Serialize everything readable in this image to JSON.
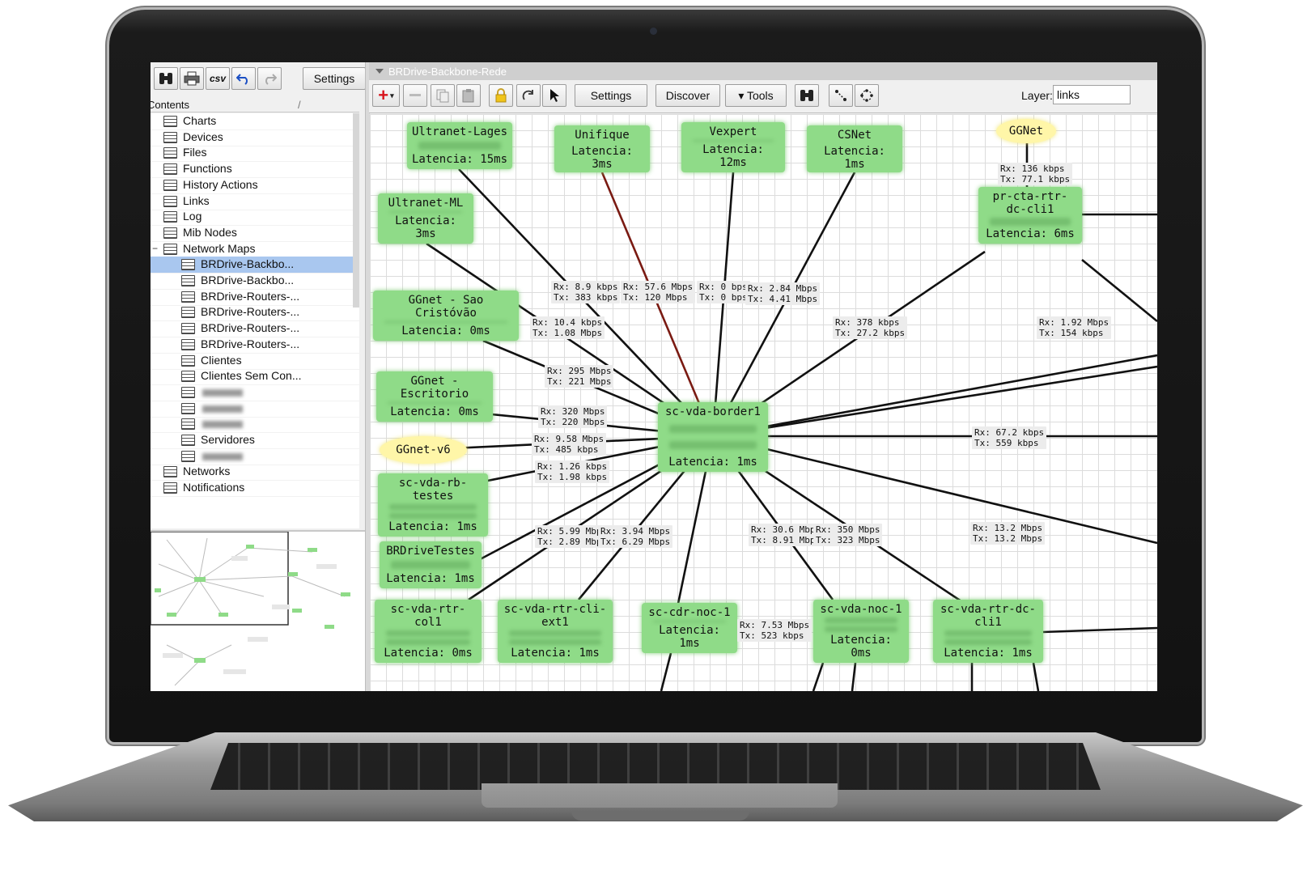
{
  "left_toolbar": {
    "icons": [
      "binoculars-icon",
      "printer-icon",
      "csv-icon",
      "undo-icon",
      "redo-icon"
    ],
    "csv_label": "csv",
    "settings_label": "Settings"
  },
  "contents": {
    "header": "Contents",
    "sort_glyph": "/",
    "items": [
      {
        "label": "Charts"
      },
      {
        "label": "Devices"
      },
      {
        "label": "Files"
      },
      {
        "label": "Functions"
      },
      {
        "label": "History Actions"
      },
      {
        "label": "Links"
      },
      {
        "label": "Log"
      },
      {
        "label": "Mib Nodes"
      },
      {
        "label": "Network Maps"
      },
      {
        "label": "BRDrive-Backbo..."
      },
      {
        "label": "BRDrive-Backbo..."
      },
      {
        "label": "BRDrive-Routers-..."
      },
      {
        "label": "BRDrive-Routers-..."
      },
      {
        "label": "BRDrive-Routers-..."
      },
      {
        "label": "BRDrive-Routers-..."
      },
      {
        "label": "Clientes"
      },
      {
        "label": "Clientes Sem Con..."
      },
      {
        "label": ""
      },
      {
        "label": ""
      },
      {
        "label": ""
      },
      {
        "label": "Servidores"
      },
      {
        "label": ""
      },
      {
        "label": "Networks"
      },
      {
        "label": "Notifications"
      }
    ],
    "collapse_glyph": "−"
  },
  "map": {
    "window_title": "BRDrive-Backbone-Rede",
    "toolbar": {
      "add_glyph": "+",
      "settings_label": "Settings",
      "discover_label": "Discover",
      "tools_label": "▾ Tools",
      "icons": [
        "add-icon",
        "remove-icon",
        "copy-icon",
        "paste-icon",
        "lock-icon",
        "rotate-icon",
        "pointer-icon",
        "binoculars-icon",
        "auto-layout-icon",
        "circle-layout-icon"
      ]
    },
    "layer_label": "Layer:",
    "layer_value": "links",
    "colors": {
      "node": "#8fdb88",
      "cloud": "#fff6a8",
      "link": "#111111",
      "link_red": "#7a1a12"
    },
    "nodes": [
      {
        "name": "Ultranet-Lages",
        "latency": "Latencia: 15ms"
      },
      {
        "name": "Unifique",
        "latency": "Latencia: 3ms"
      },
      {
        "name": "Vexpert",
        "latency": "Latencia: 12ms"
      },
      {
        "name": "CSNet",
        "latency": "Latencia: 1ms"
      },
      {
        "name": "pr-cta-rtr-dc-cli1",
        "latency": "Latencia: 6ms"
      },
      {
        "name": "Ultranet-ML",
        "latency": "Latencia: 3ms"
      },
      {
        "name": "GGnet - Sao Cristóvão",
        "latency": "Latencia: 0ms"
      },
      {
        "name": "GGnet - Escritorio",
        "latency": "Latencia: 0ms"
      },
      {
        "name": "sc-vda-rb-testes",
        "latency": "Latencia: 1ms"
      },
      {
        "name": "BRDriveTestes",
        "latency": "Latencia: 1ms"
      },
      {
        "name": "sc-vda-rtr-col1",
        "latency": "Latencia: 0ms"
      },
      {
        "name": "sc-vda-rtr-cli-ext1",
        "latency": "Latencia: 1ms"
      },
      {
        "name": "sc-cdr-noc-1",
        "latency": "Latencia: 1ms"
      },
      {
        "name": "sc-vda-noc-1",
        "latency": "Latencia: 0ms"
      },
      {
        "name": "sc-vda-rtr-dc-cli1",
        "latency": "Latencia: 1ms"
      },
      {
        "name": "sc-vda-border1",
        "latency": "Latencia: 1ms"
      }
    ],
    "clouds": [
      {
        "name": "GGNet"
      },
      {
        "name": "GGnet-v6"
      }
    ],
    "link_labels": [
      {
        "text": "Rx: 136 kbps\nTx: 77.1 kbps"
      },
      {
        "text": "Rx: 8.9 kbps\nTx: 383 kbps"
      },
      {
        "text": "Rx: 57.6 Mbps\nTx: 120 Mbps"
      },
      {
        "text": "Rx: 0 bps\nTx: 0 bps"
      },
      {
        "text": "Rx: 2.84 Mbps\nTx: 4.41 Mbps"
      },
      {
        "text": "Rx: 10.4 kbps\nTx: 1.08 Mbps"
      },
      {
        "text": "Rx: 378 kbps\nTx: 27.2 kbps"
      },
      {
        "text": "Rx: 1.92 Mbps\nTx: 154 kbps"
      },
      {
        "text": "Rx: 295 Mbps\nTx: 221 Mbps"
      },
      {
        "text": "Rx: 320 Mbps\nTx: 220 Mbps"
      },
      {
        "text": "Rx: 9.58 Mbps\nTx: 485 kbps"
      },
      {
        "text": "Rx: 1.26 kbps\nTx: 1.98 kbps"
      },
      {
        "text": "Rx: 67.2 kbps\nTx: 559 kbps"
      },
      {
        "text": "Rx: 5.99 Mbp\nTx: 2.89 Mbp"
      },
      {
        "text": "Rx: 3.94 Mbps\nTx: 6.29 Mbps"
      },
      {
        "text": "Rx: 30.6 Mbp\nTx: 8.91 Mbp"
      },
      {
        "text": "Rx: 350 Mbps\nTx: 323 Mbps"
      },
      {
        "text": "Rx: 13.2 Mbps\nTx: 13.2 Mbps"
      },
      {
        "text": "Rx: 7.53 Mbps\nTx: 523 kbps"
      }
    ]
  }
}
